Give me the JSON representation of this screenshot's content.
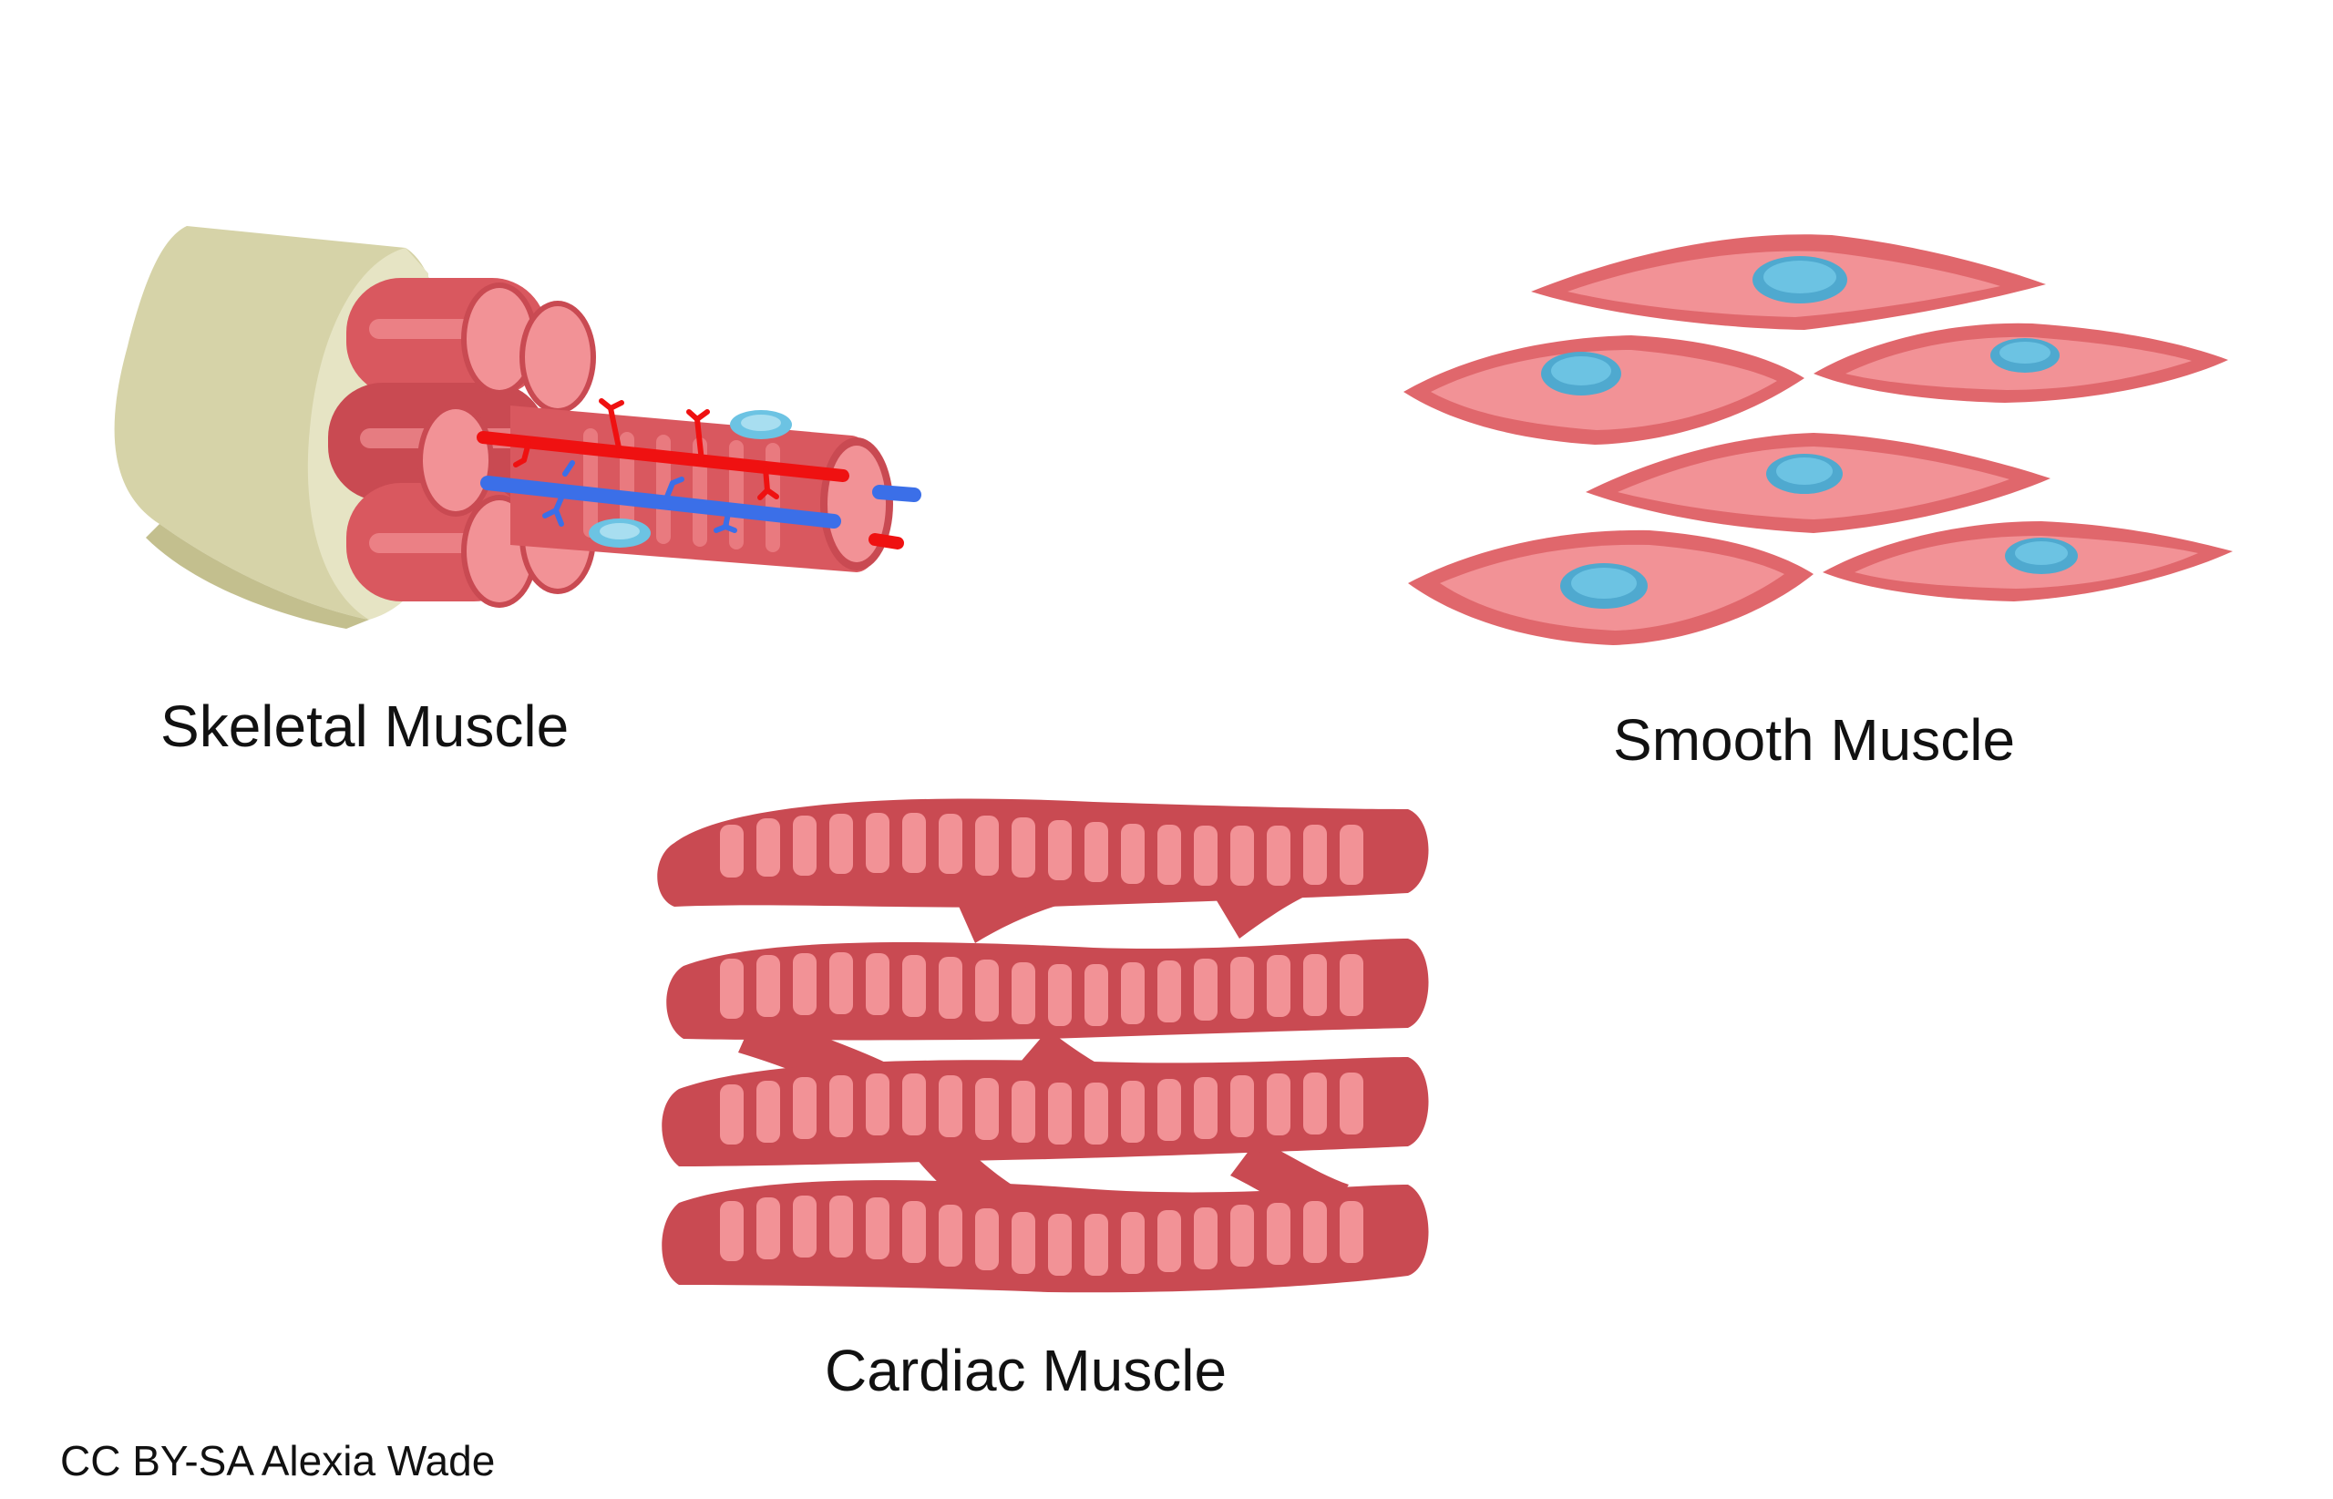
{
  "labels": {
    "skeletal": "Skeletal Muscle",
    "smooth": "Smooth Muscle",
    "cardiac": "Cardiac Muscle",
    "credit": "CC BY-SA Alexia Wade"
  },
  "colors": {
    "muscle_dark": "#c94a52",
    "muscle_mid": "#e0676c",
    "muscle_light": "#f29296",
    "sheath": "#d6d3a8",
    "sheath_dark": "#c3bf8e",
    "nucleus": "#6cc3e3",
    "nucleus_light": "#a8def0",
    "artery": "#ef1111",
    "vein": "#3b6fe8"
  }
}
